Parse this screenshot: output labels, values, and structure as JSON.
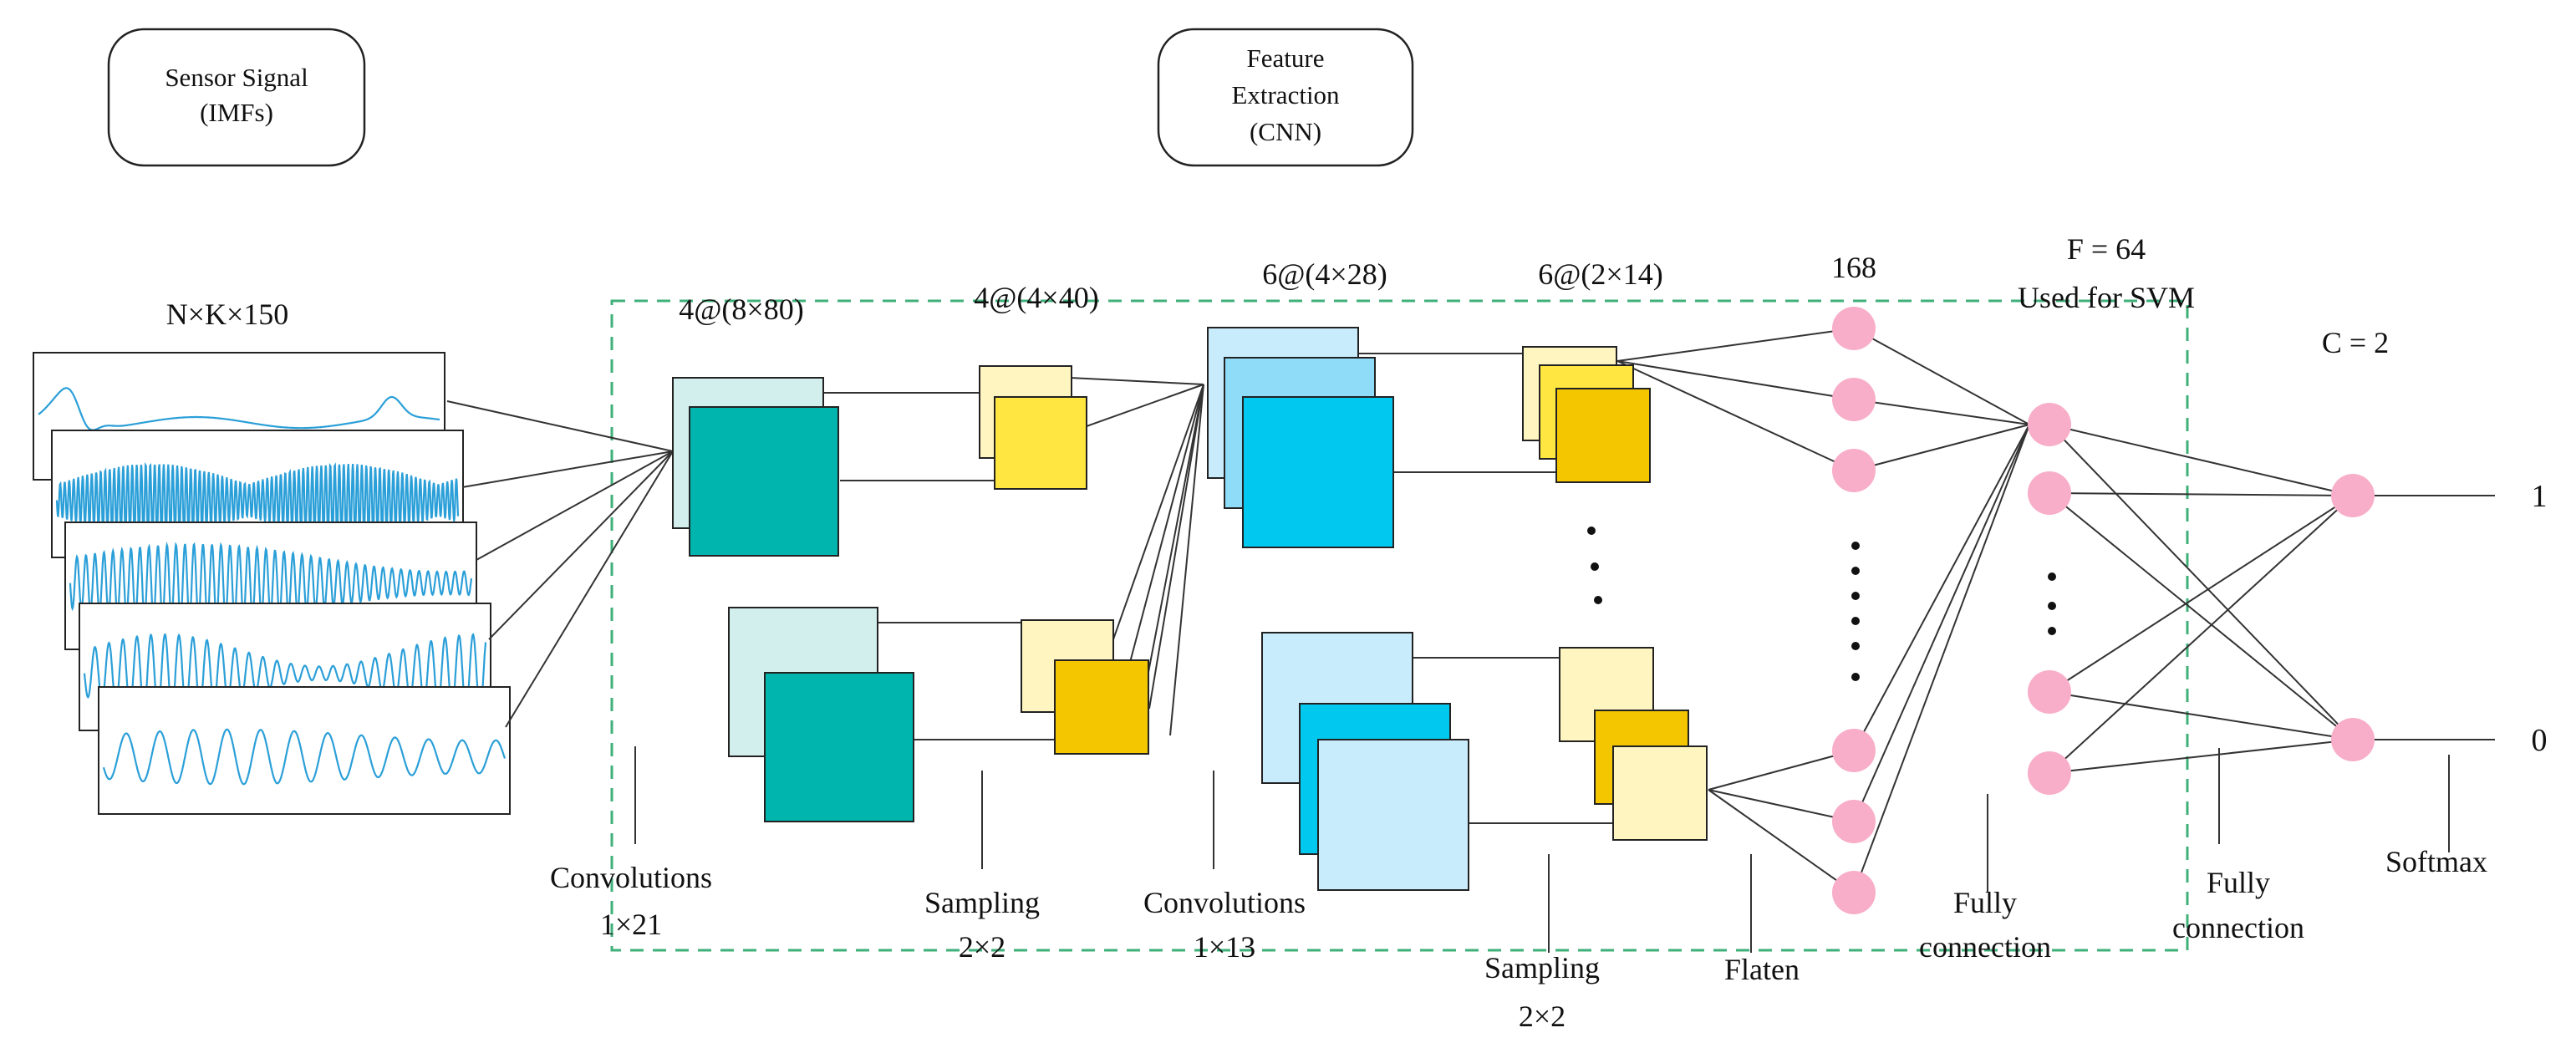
{
  "headers": {
    "sensor_signal": [
      "Sensor Signal",
      "(IMFs)"
    ],
    "feature_extraction": [
      "Feature",
      "Extraction",
      "(CNN)"
    ]
  },
  "dims": {
    "input": "N×K×150",
    "conv1": "4@(8×80)",
    "pool1": "4@(4×40)",
    "conv2": "6@(4×28)",
    "pool2": "6@(2×14)",
    "flatten": "168",
    "fc_line1": "F = 64",
    "fc_line2": "Used for  SVM",
    "classes": "C = 2"
  },
  "stages": {
    "conv1": [
      "Convolutions",
      "1×21"
    ],
    "pool1": [
      "Sampling",
      "2×2"
    ],
    "conv2": [
      "Convolutions",
      "1×13"
    ],
    "pool2": [
      "Sampling",
      "2×2"
    ],
    "flatten": [
      "Flaten"
    ],
    "fc1": [
      "Fully",
      "connection"
    ],
    "fc2": [
      "Fully",
      "connection"
    ],
    "softmax": [
      "Softmax"
    ]
  },
  "outputs": [
    "1",
    "0"
  ],
  "colors": {
    "teal": "#00b5ae",
    "teal_light": "#d2efed",
    "yellow": "#ffe640",
    "gold": "#f3c600",
    "cream": "#fff5c0",
    "blue": "#00c8ee",
    "sky": "#8fdcf8",
    "ice": "#c8ecfb",
    "node": "#f8aec8",
    "wave": "#2b9fd8",
    "dash": "#3fb07a"
  }
}
